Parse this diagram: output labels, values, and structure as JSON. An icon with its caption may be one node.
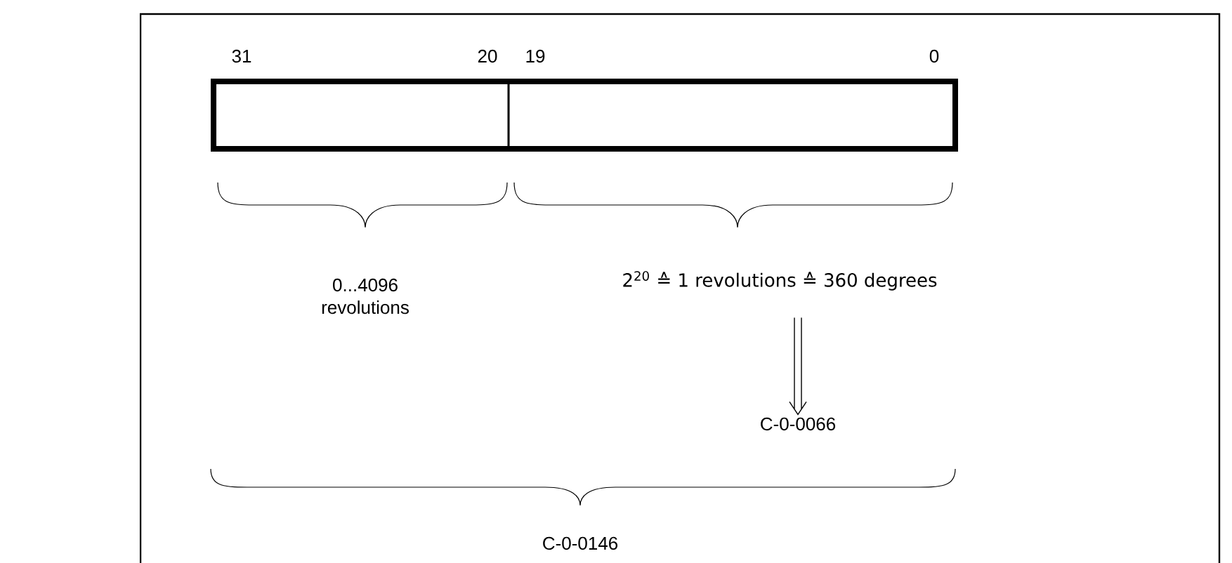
{
  "diagram": {
    "nodes": [
      {
        "text": [],
        "shape": "box"
      },
      {
        "text": [],
        "shape": "box"
      },
      {
        "text": [
          "2$^{20}$ ≙ 1 revolutions ≙ 360 degrees"
        ]
      },
      {
        "text": [
          "C-0-0066"
        ]
      }
    ],
    "edges": [
      {
        "from": 2,
        "to": 3,
        "arrow": "to"
      }
    ],
    "labels": [
      "31",
      "20",
      "19",
      "0",
      "0...4096 revolutions",
      "C-0-0146"
    ]
  }
}
